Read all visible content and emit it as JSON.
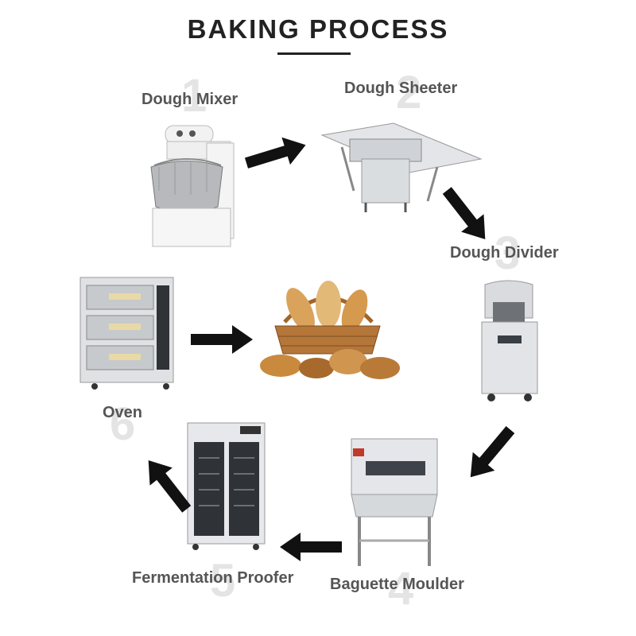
{
  "title": "BAKING PROCESS",
  "steps": [
    {
      "number": "1",
      "label": "Dough Mixer"
    },
    {
      "number": "2",
      "label": "Dough Sheeter"
    },
    {
      "number": "3",
      "label": "Dough Divider"
    },
    {
      "number": "4",
      "label": "Baguette Moulder"
    },
    {
      "number": "5",
      "label": "Fermentation Proofer"
    },
    {
      "number": "6",
      "label": "Oven"
    }
  ],
  "colors": {
    "arrow": "#111111",
    "steel": "#c9ccd0",
    "bread": "#c98a3e"
  }
}
